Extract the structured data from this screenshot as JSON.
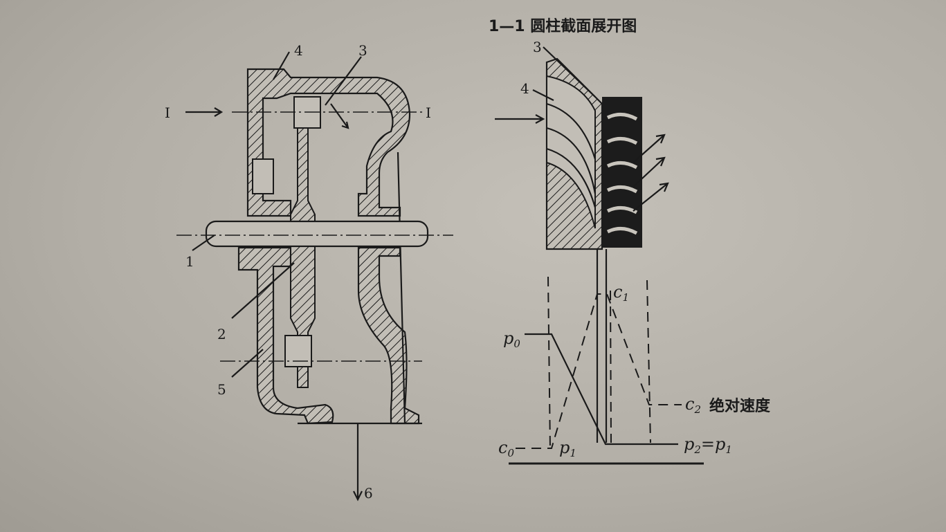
{
  "diagram": {
    "section_title": "1—1 圆柱截面展开图",
    "left_labels": {
      "n1": "1",
      "n2": "2",
      "n3": "3",
      "n4": "4",
      "n5": "5",
      "n6": "6",
      "section_left": "I",
      "section_right": "I"
    },
    "right_labels": {
      "n3": "3",
      "n4": "4"
    },
    "graph_labels": {
      "p0": "p",
      "p0_sub": "0",
      "p1": "p",
      "p1_sub": "1",
      "p2": "p",
      "p2_sub": "2",
      "p2_eq": "=p",
      "p2_eq_sub": "1",
      "c0": "c",
      "c0_sub": "0",
      "c1": "c",
      "c1_sub": "1",
      "c2": "c",
      "c2_sub": "2",
      "abs_velocity": "绝对速度"
    }
  }
}
